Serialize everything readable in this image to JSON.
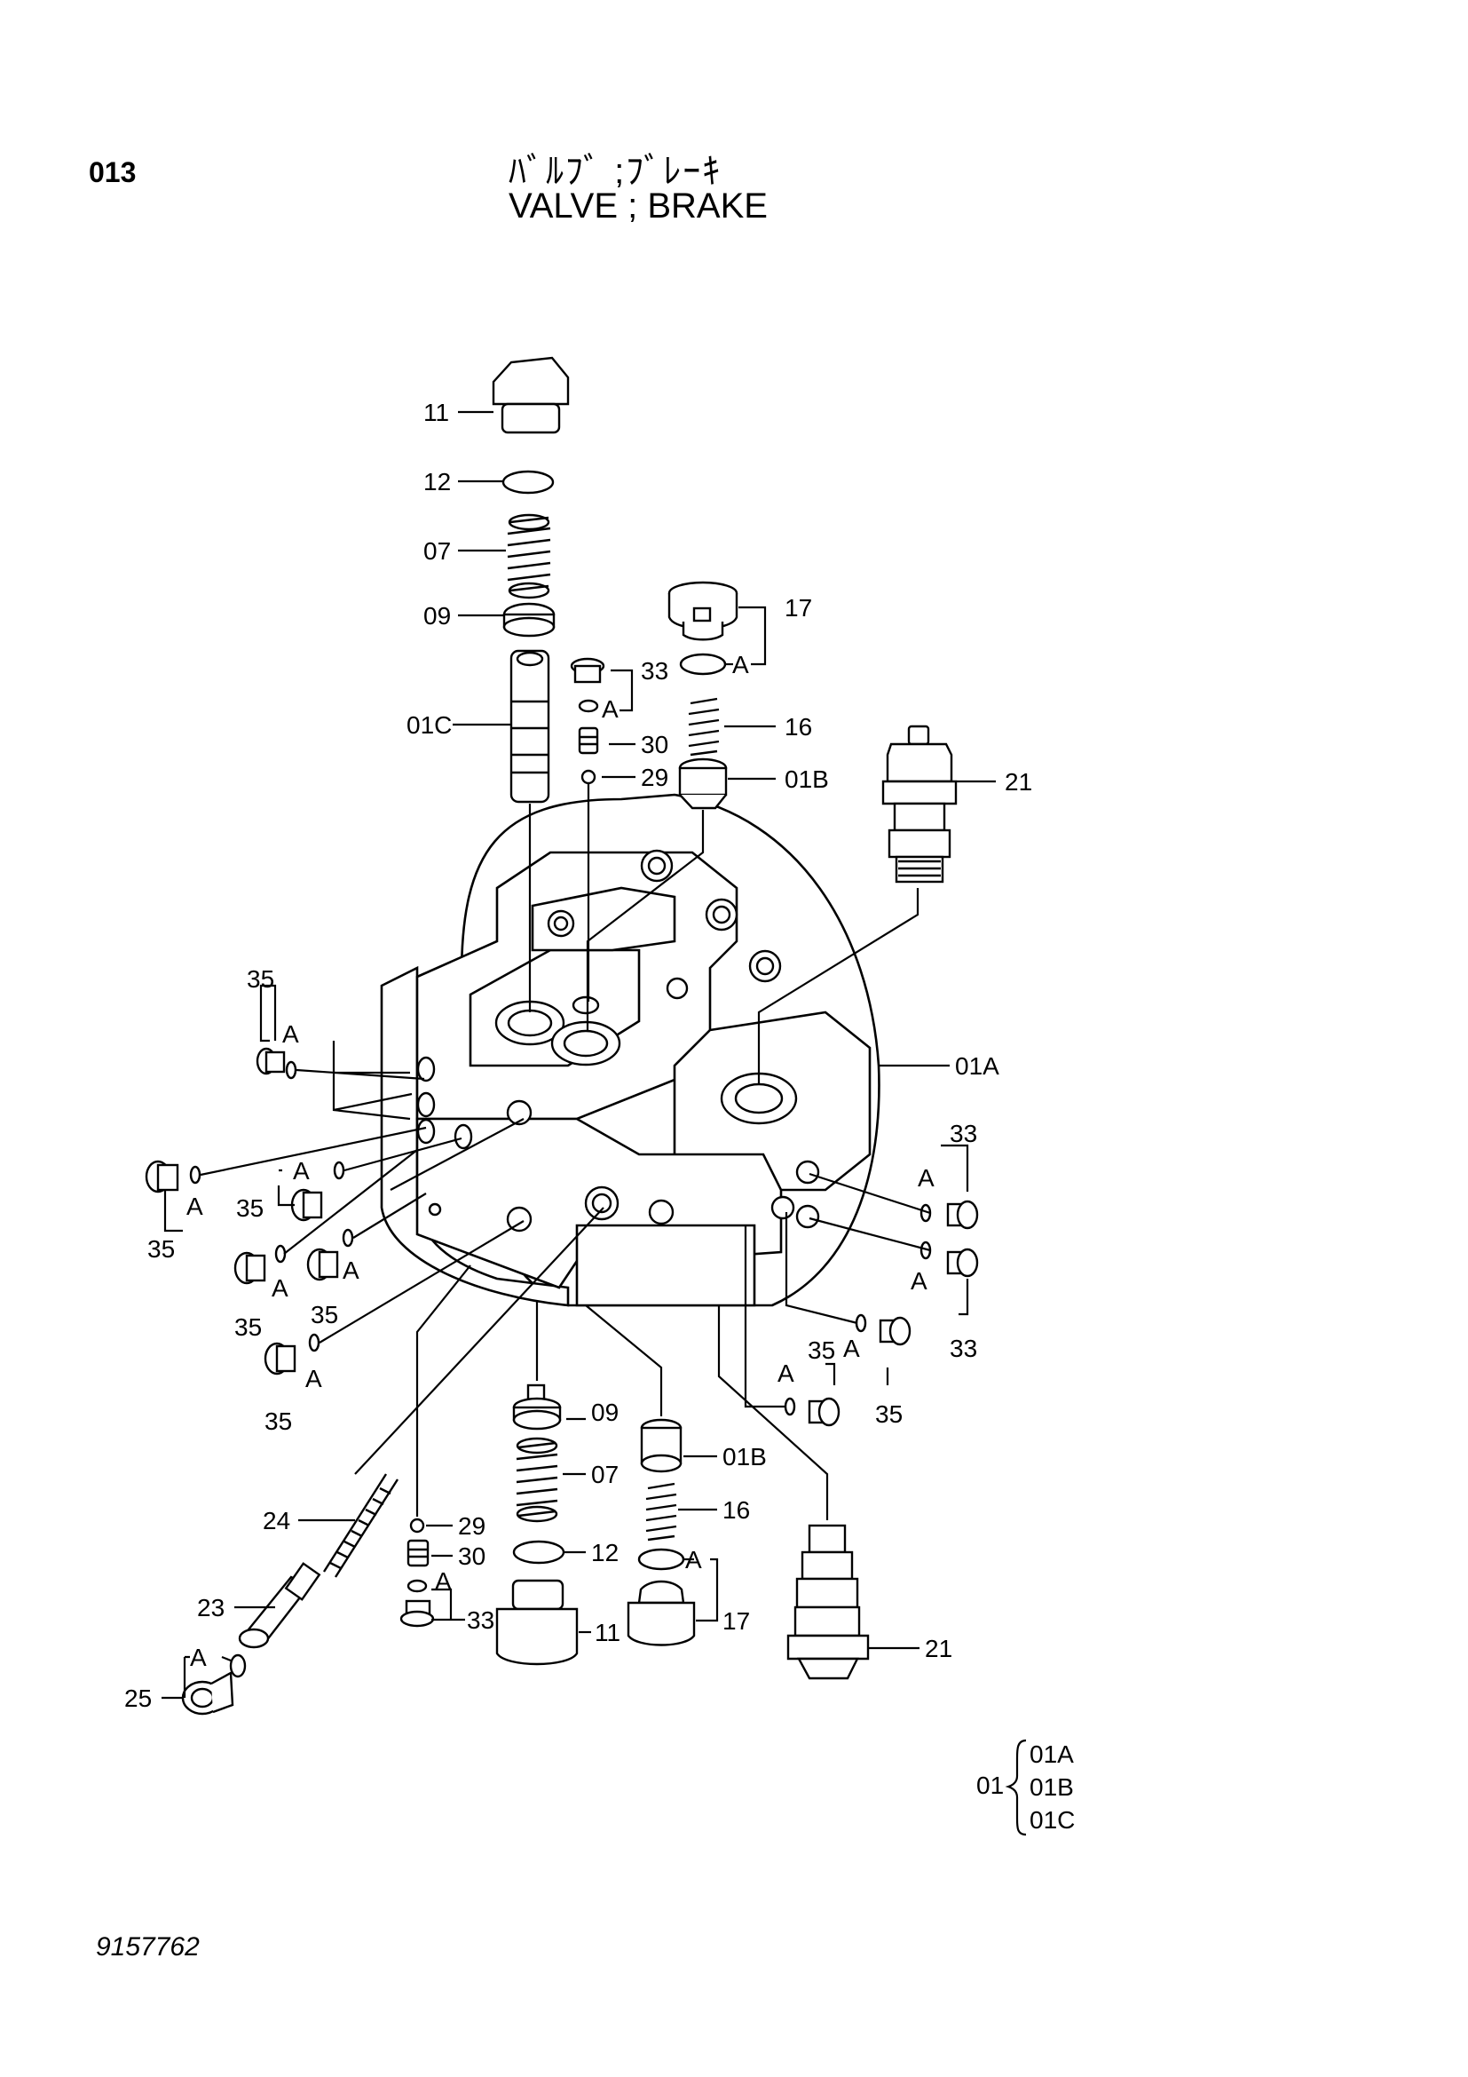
{
  "header": {
    "page_number": "013",
    "title_ja": "ﾊﾞﾙﾌﾞ ;ﾌﾞﾚｰｷ",
    "title_en": "VALVE ; BRAKE"
  },
  "footer": {
    "drawing_number": "9157762"
  },
  "callouts": {
    "p11_top": "11",
    "p12_top": "12",
    "p07_top": "07",
    "p09_top": "09",
    "p01c": "01C",
    "p33_top": "33",
    "a_33_top": "A",
    "p30_top": "30",
    "p29_top": "29",
    "p17_top": "17",
    "a_17_top": "A",
    "p16_top": "16",
    "p01b_top": "01B",
    "p21_top": "21",
    "p01a": "01A",
    "p35_l1": "35",
    "a_l1": "A",
    "p35_l2": "35",
    "a_l2": "A",
    "p35_l3": "35",
    "a_l3": "A",
    "p35_l4": "35",
    "a_l4": "A",
    "p35_l5": "35",
    "a_l5": "A",
    "p35_l6": "35",
    "a_l6": "A",
    "p33_r1": "33",
    "a_r1": "A",
    "p33_r2": "33",
    "a_r2": "A",
    "p35_r3": "35",
    "a_r3": "A",
    "p35_r4": "35",
    "a_r4": "A",
    "p09_bot": "09",
    "p07_bot": "07",
    "p29_bot": "29",
    "p30_bot": "30",
    "p12_bot": "12",
    "p33_bot": "33",
    "a_33_bot": "A",
    "p11_bot": "11",
    "p01b_bot": "01B",
    "p16_bot": "16",
    "p17_bot": "17",
    "a_17_bot": "A",
    "p21_bot": "21",
    "p24": "24",
    "p23": "23",
    "p25": "25",
    "a_25": "A"
  },
  "assembly_legend": {
    "parent": "01",
    "children": [
      "01A",
      "01B",
      "01C"
    ]
  }
}
